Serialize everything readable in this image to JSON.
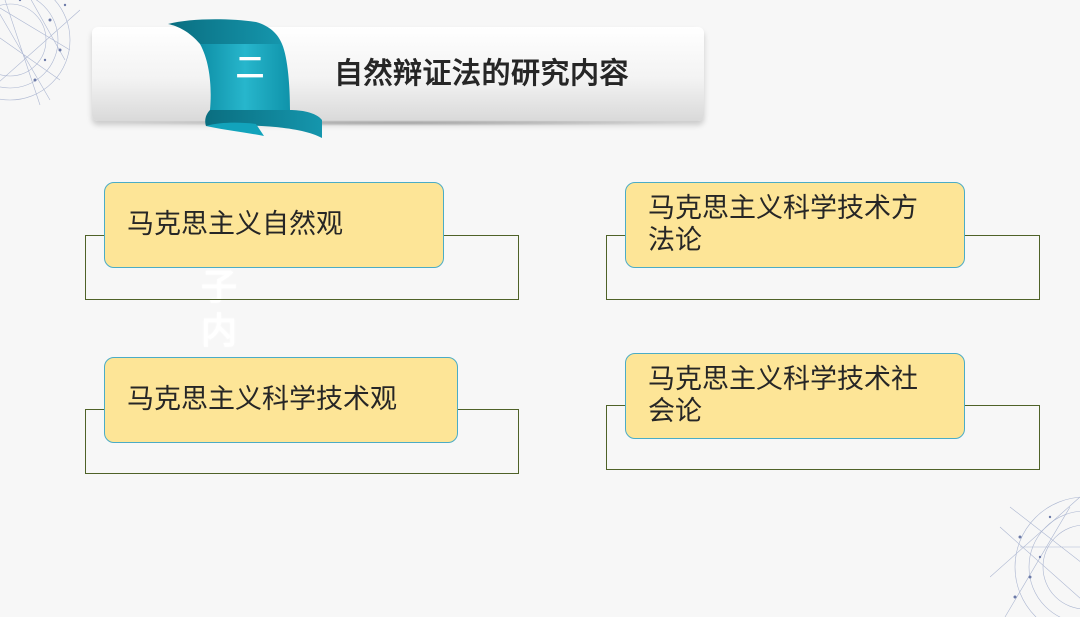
{
  "section": {
    "number": "二",
    "title": "自然辩证法的研究内容"
  },
  "cards": [
    {
      "label": "马克思主义自然观"
    },
    {
      "label": "马克思主义科学技术方法论"
    },
    {
      "label": "马克思主义科学技术观"
    },
    {
      "label": "马克思主义科学技术社会论"
    }
  ],
  "faded_text": [
    "子",
    "内"
  ],
  "colors": {
    "card_fill": "#fde597",
    "card_border": "#4bacc6",
    "bracket_line": "#4f6228",
    "ribbon": "#1aa7bf",
    "background": "#f7f7f7"
  }
}
